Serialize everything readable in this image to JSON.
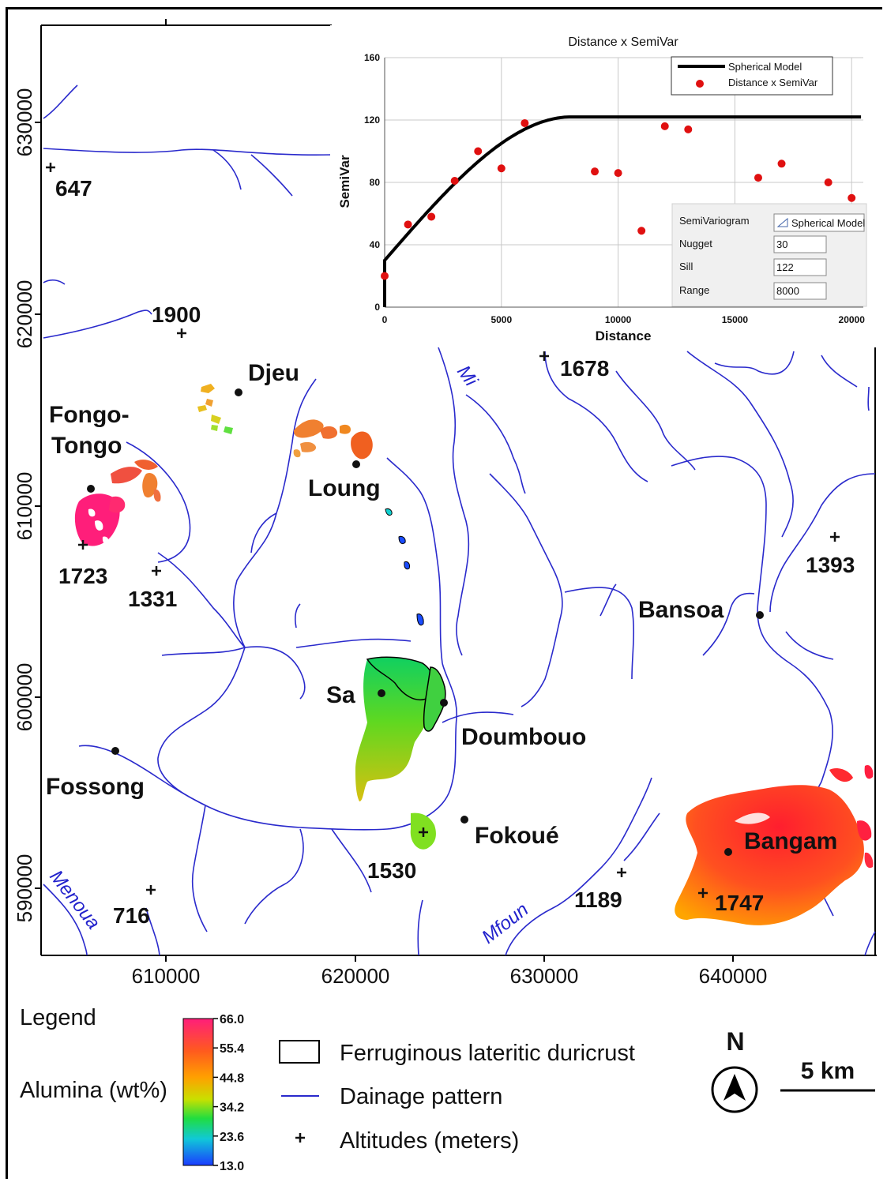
{
  "map": {
    "x_axis_labels": [
      "610000",
      "620000",
      "630000",
      "640000"
    ],
    "y_axis_labels": [
      "630000",
      "620000",
      "610000",
      "600000",
      "590000"
    ],
    "places": [
      "Djeu",
      "Fongo-",
      "Tongo",
      "Loung",
      "Bansoa",
      "Sa",
      "Doumbouo",
      "Fossong",
      "Fokoué",
      "Bangam"
    ],
    "altitudes": [
      "647",
      "1900",
      "1678",
      "1723",
      "1331",
      "1393",
      "1530",
      "716",
      "1189",
      "1747"
    ],
    "rivers": [
      "Mi",
      "Menoua",
      "Mfoun"
    ]
  },
  "inset": {
    "title": "Distance x SemiVar",
    "xlabel": "Distance",
    "ylabel": "SemiVar",
    "legend_model": "Spherical Model",
    "legend_points": "Distance x SemiVar",
    "panel": {
      "semivariogram_label": "SemiVariogram",
      "semivariogram_value": "Spherical Model",
      "nugget_label": "Nugget",
      "nugget_value": "30",
      "sill_label": "Sill",
      "sill_value": "122",
      "range_label": "Range",
      "range_value": "8000"
    }
  },
  "chart_data": {
    "type": "scatter",
    "title": "Distance x SemiVar",
    "xlabel": "Distance",
    "ylabel": "SemiVar",
    "xlim": [
      0,
      20500
    ],
    "ylim": [
      0,
      160
    ],
    "x_ticks": [
      0,
      5000,
      10000,
      15000,
      20000
    ],
    "y_ticks": [
      0,
      40,
      80,
      120,
      160
    ],
    "grid": true,
    "legend_position": "top-right",
    "series": [
      {
        "name": "Distance x SemiVar",
        "color": "#e01010",
        "points": [
          [
            0,
            20
          ],
          [
            1000,
            53
          ],
          [
            2000,
            58
          ],
          [
            3000,
            81
          ],
          [
            4000,
            100
          ],
          [
            5000,
            89
          ],
          [
            6000,
            118
          ],
          [
            9000,
            87
          ],
          [
            10000,
            86
          ],
          [
            11000,
            49
          ],
          [
            12000,
            116
          ],
          [
            13000,
            114
          ],
          [
            16000,
            83
          ],
          [
            17000,
            92
          ],
          [
            19000,
            80
          ],
          [
            20000,
            70
          ]
        ]
      },
      {
        "name": "Spherical Model",
        "color": "#000000",
        "model": {
          "nugget": 30,
          "sill": 122,
          "range": 8000
        }
      }
    ]
  },
  "legend": {
    "title": "Legend",
    "colorbar_title": "Alumina (wt%)",
    "colorbar_ticks": [
      "66.0",
      "55.4",
      "44.8",
      "34.2",
      "23.6",
      "13.0"
    ],
    "items": [
      "Ferruginous lateritic duricrust",
      "Dainage pattern",
      "Altitudes (meters)"
    ],
    "north": "N",
    "scale": "5 km"
  },
  "colors": {
    "river": "#2a2acc",
    "alumina_high": "#ff1e7a",
    "alumina_mid": "#ffe000",
    "alumina_low": "#1a4cff"
  }
}
